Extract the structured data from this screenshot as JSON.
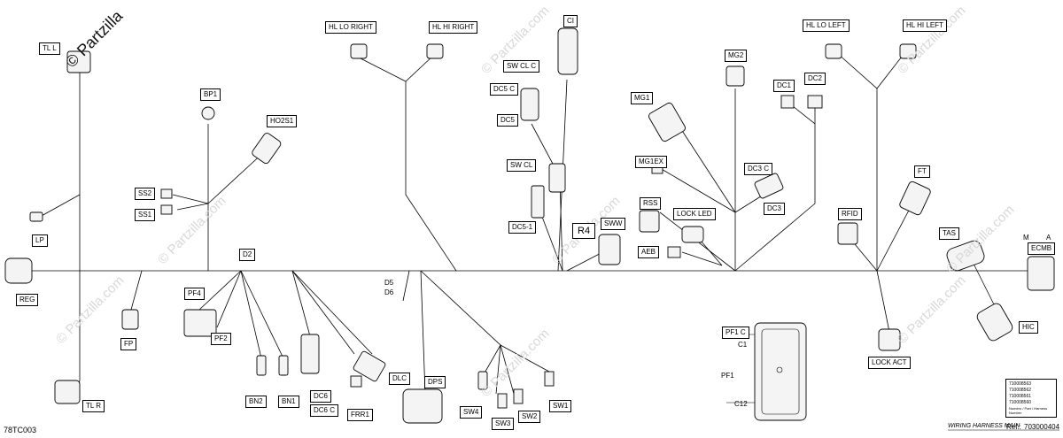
{
  "watermark": {
    "main": "© Partzilla",
    "repeat": "© Partzilla.com"
  },
  "figure_code": "78TC003",
  "ref": {
    "title": "WIRING HARNESS MAIN",
    "label": "Ref.:",
    "number": "703000404"
  },
  "part_numbers": [
    "710008563",
    "710008562",
    "710008561",
    "710008560"
  ],
  "part_numbers_note": "Numéro / Part / Harness Number",
  "labels": {
    "tl_l": "TL L",
    "tl_r": "TL R",
    "reg": "REG",
    "lp": "LP",
    "fp": "FP",
    "bp1": "BP1",
    "ho2s1": "HO2S1",
    "ss2": "SS2",
    "ss1": "SS1",
    "hl_lo_right": "HL LO RIGHT",
    "hl_hi_right": "HL HI RIGHT",
    "ci": "CI",
    "sw_cl_c": "SW CL C",
    "dc5_c": "DC5 C",
    "dc5": "DC5",
    "sw_cl": "SW CL",
    "dc5_1": "DC5-1",
    "r4": "R4",
    "sww": "SWW",
    "mg2": "MG2",
    "mg1": "MG1",
    "mg1ex": "MG1EX",
    "rss": "RSS",
    "lock_led": "LOCK LED",
    "aeb": "AEB",
    "dc1": "DC1",
    "dc2": "DC2",
    "dc3_c": "DC3 C",
    "dc3": "DC3",
    "hl_lo_left": "HL LO LEFT",
    "hl_hi_left": "HL HI LEFT",
    "ft": "FT",
    "rfid": "RFID",
    "tas": "TAS",
    "ecmb": "ECMB",
    "ecmb_m": "M",
    "ecmb_a": "A",
    "hic": "HIC",
    "lock_act": "LOCK ACT",
    "d2": "D2",
    "pf4": "PF4",
    "pf2": "PF2",
    "bn2": "BN2",
    "bn1": "BN1",
    "dc6": "DC6",
    "dc6_c": "DC6 C",
    "frr1": "FRR1",
    "dlc": "DLC",
    "d5": "D5",
    "d6": "D6",
    "dps": "DPS",
    "sw4": "SW4",
    "sw3": "SW3",
    "sw2": "SW2",
    "sw1": "SW1",
    "pf1_c": "PF1 C",
    "pf1": "PF1",
    "c1": "C1",
    "c12": "C12"
  }
}
